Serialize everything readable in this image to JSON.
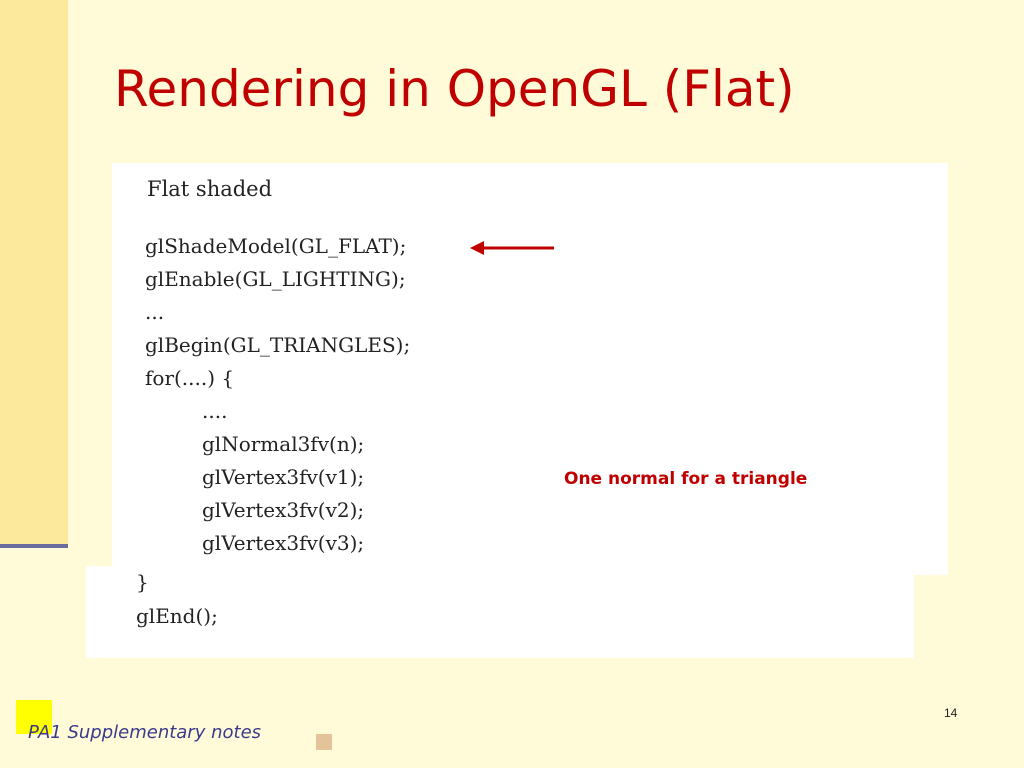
{
  "slide": {
    "title": "Rendering in OpenGL (Flat)",
    "page_number": "14",
    "footer": "PA1 Supplementary notes"
  },
  "code_panel": {
    "heading": "Flat shaded",
    "lines": [
      "glShadeModel(GL_FLAT);",
      "glEnable(GL_LIGHTING);",
      "...",
      "glBegin(GL_TRIANGLES);",
      "for(....) {",
      "....",
      "glNormal3fv(n);",
      "glVertex3fv(v1);",
      "glVertex3fv(v2);",
      "glVertex3fv(v3);",
      "}",
      "glEnd();"
    ]
  },
  "annotation": {
    "text": "One normal for a triangle",
    "arrow_target": "glShadeModel(GL_FLAT);"
  },
  "colors": {
    "title": "#c00000",
    "annotation": "#c00000",
    "background": "#fffbd9",
    "footer_text": "#3a3a8c"
  }
}
